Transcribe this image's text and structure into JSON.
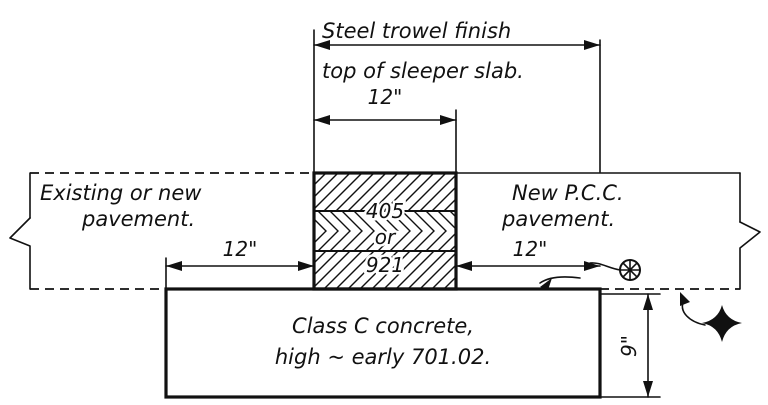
{
  "labels": {
    "finish_line1": "Steel trowel finish",
    "finish_line2": "top of sleeper slab.",
    "existing_line1": "Existing or new",
    "existing_line2": "pavement.",
    "new_line1": "New P.C.C.",
    "new_line2": "pavement.",
    "concrete_line1": "Class C concrete,",
    "concrete_line2": "high ~ early 701.02."
  },
  "dimensions": {
    "top_width": "12\"",
    "left_width": "12\"",
    "right_width": "12\"",
    "depth": "9\""
  },
  "material_codes": {
    "code1": "405",
    "code2": "or",
    "code3": "921"
  }
}
